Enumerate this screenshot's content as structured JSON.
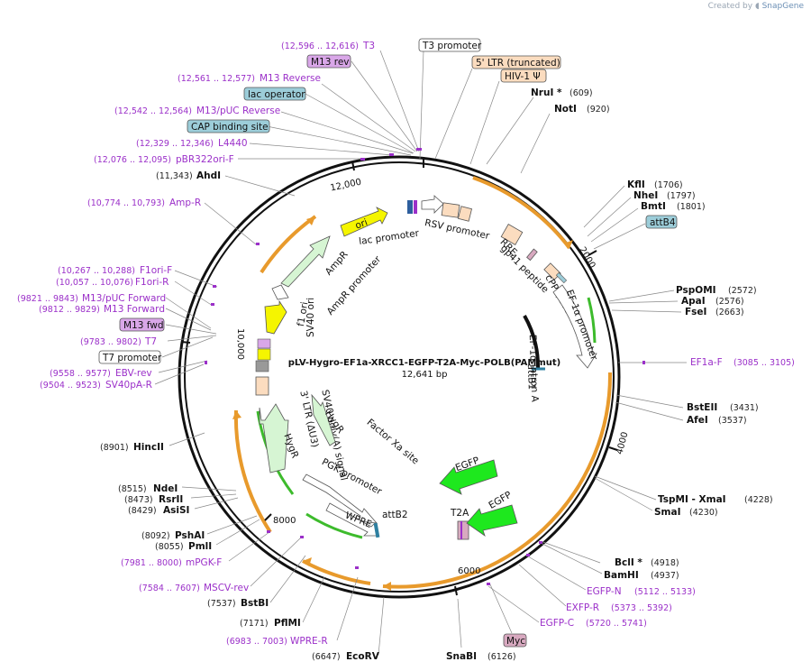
{
  "credit": {
    "prefix": "Created by",
    "brand": "SnapGene"
  },
  "plasmid": {
    "name": "pLV-Hygro-EF1a-XRCC1-EGFP-T2A-Myc-POLB(PAMmut)",
    "size": "12,641 bp"
  },
  "ticks": [
    "2000",
    "4000",
    "6000",
    "8000",
    "10,000",
    "12,000"
  ],
  "left_labels": [
    {
      "pos": "(12,596 .. 12,616)",
      "name": "T3",
      "kind": "primer"
    },
    {
      "name": "M13 rev",
      "kind": "box-primer"
    },
    {
      "pos": "(12,561 .. 12,577)",
      "name": "M13 Reverse",
      "kind": "primer"
    },
    {
      "name": "lac operator",
      "kind": "box-teal"
    },
    {
      "pos": "(12,542 .. 12,564)",
      "name": "M13/pUC Reverse",
      "kind": "primer"
    },
    {
      "name": "CAP binding site",
      "kind": "box-teal"
    },
    {
      "pos": "(12,329 .. 12,346)",
      "name": "L4440",
      "kind": "primer"
    },
    {
      "pos": "(12,076 .. 12,095)",
      "name": "pBR322ori-F",
      "kind": "primer"
    },
    {
      "pos": "(11,343)",
      "name": "AhdI",
      "kind": "site"
    },
    {
      "pos": "(10,774 .. 10,793)",
      "name": "Amp-R",
      "kind": "primer"
    },
    {
      "pos": "(10,267 .. 10,288)",
      "name": "F1ori-F",
      "kind": "primer"
    },
    {
      "pos": "(10,057 .. 10,076)",
      "name": "F1ori-R",
      "kind": "primer"
    },
    {
      "pos": "(9821 .. 9843)",
      "name": "M13/pUC Forward",
      "kind": "primer"
    },
    {
      "pos": "(9812 .. 9829)",
      "name": "M13 Forward",
      "kind": "primer"
    },
    {
      "name": "M13 fwd",
      "kind": "box-primer"
    },
    {
      "pos": "(9783 .. 9802)",
      "name": "T7",
      "kind": "primer"
    },
    {
      "name": "T7 promoter",
      "kind": "box-white"
    },
    {
      "pos": "(9558 .. 9577)",
      "name": "EBV-rev",
      "kind": "primer"
    },
    {
      "pos": "(9504 .. 9523)",
      "name": "SV40pA-R",
      "kind": "primer"
    },
    {
      "pos": "(8901)",
      "name": "HincII",
      "kind": "site"
    },
    {
      "pos": "(8515)",
      "name": "NdeI",
      "kind": "site"
    },
    {
      "pos": "(8473)",
      "name": "RsrII",
      "kind": "site"
    },
    {
      "pos": "(8429)",
      "name": "AsiSI",
      "kind": "site"
    },
    {
      "pos": "(8092)",
      "name": "PshAI",
      "kind": "site"
    },
    {
      "pos": "(8055)",
      "name": "PmlI",
      "kind": "site"
    },
    {
      "pos": "(7981 .. 8000)",
      "name": "mPGK-F",
      "kind": "primer"
    },
    {
      "pos": "(7584 .. 7607)",
      "name": "MSCV-rev",
      "kind": "primer"
    },
    {
      "pos": "(7537)",
      "name": "BstBI",
      "kind": "site"
    },
    {
      "pos": "(7171)",
      "name": "PflMI",
      "kind": "site"
    },
    {
      "pos": "(6983 .. 7003)",
      "name": "WPRE-R",
      "kind": "primer"
    },
    {
      "pos": "(6647)",
      "name": "EcoRV",
      "kind": "site"
    }
  ],
  "right_labels": [
    {
      "name": "T3 promoter",
      "kind": "box-white"
    },
    {
      "name": "5' LTR (truncated)",
      "kind": "box-peach"
    },
    {
      "name": "HIV-1 Ψ",
      "kind": "box-peach"
    },
    {
      "name": "NruI *",
      "pos": "(609)",
      "kind": "site"
    },
    {
      "name": "NotI",
      "pos": "(920)",
      "kind": "site"
    },
    {
      "name": "KflI",
      "pos": "(1706)",
      "kind": "site"
    },
    {
      "name": "NheI",
      "pos": "(1797)",
      "kind": "site"
    },
    {
      "name": "BmtI",
      "pos": "(1801)",
      "kind": "site"
    },
    {
      "name": "attB4",
      "kind": "box-teal"
    },
    {
      "name": "PspOMI",
      "pos": "(2572)",
      "kind": "site"
    },
    {
      "name": "ApaI",
      "pos": "(2576)",
      "kind": "site"
    },
    {
      "name": "FseI",
      "pos": "(2663)",
      "kind": "site"
    },
    {
      "name": "EF1a-F",
      "pos": "(3085 .. 3105)",
      "kind": "primer"
    },
    {
      "name": "BstEII",
      "pos": "(3431)",
      "kind": "site"
    },
    {
      "name": "AfeI",
      "pos": "(3537)",
      "kind": "site"
    },
    {
      "name": "TspMI - XmaI",
      "pos": "(4228)",
      "kind": "site"
    },
    {
      "name": "SmaI",
      "pos": "(4230)",
      "kind": "site"
    },
    {
      "name": "BclI *",
      "pos": "(4918)",
      "kind": "site"
    },
    {
      "name": "BamHI",
      "pos": "(4937)",
      "kind": "site"
    },
    {
      "name": "EGFP-N",
      "pos": "(5112 .. 5133)",
      "kind": "primer"
    },
    {
      "name": "EXFP-R",
      "pos": "(5373 .. 5392)",
      "kind": "primer"
    },
    {
      "name": "EGFP-C",
      "pos": "(5720 .. 5741)",
      "kind": "primer"
    },
    {
      "name": "Myc",
      "kind": "box-pink"
    },
    {
      "name": "SnaBI",
      "pos": "(6126)",
      "kind": "site"
    }
  ],
  "inner_labels": [
    "ori",
    "lac promoter",
    "RSV promoter",
    "RRE",
    "gp41 peptide",
    "cPPT/CTS",
    "EF-1α promoter",
    "EF-1α intron A",
    "attB1",
    "AmpR",
    "AmpR promoter",
    "f1 ori",
    "SV40 ori",
    "SV40 poly(A) signal",
    "3' LTR (ΔU3)",
    "HygR",
    "HygR",
    "Factor Xa site",
    "PGK promoter",
    "WPRE",
    "attB2",
    "T2A",
    "EGFP",
    "EGFP"
  ],
  "colors": {
    "backbone": "#111111",
    "primer": "#9b30c9",
    "orange_arrow": "#e89a2c",
    "green_arrow": "#3dbb2c",
    "egfp": "#1ee81e",
    "ori": "#f5f500",
    "feature_box": "#fbdcbf",
    "teal_box": "#9ccdd9",
    "pink_box": "#d8a9c0",
    "lavender_box": "#d9a7e8"
  }
}
